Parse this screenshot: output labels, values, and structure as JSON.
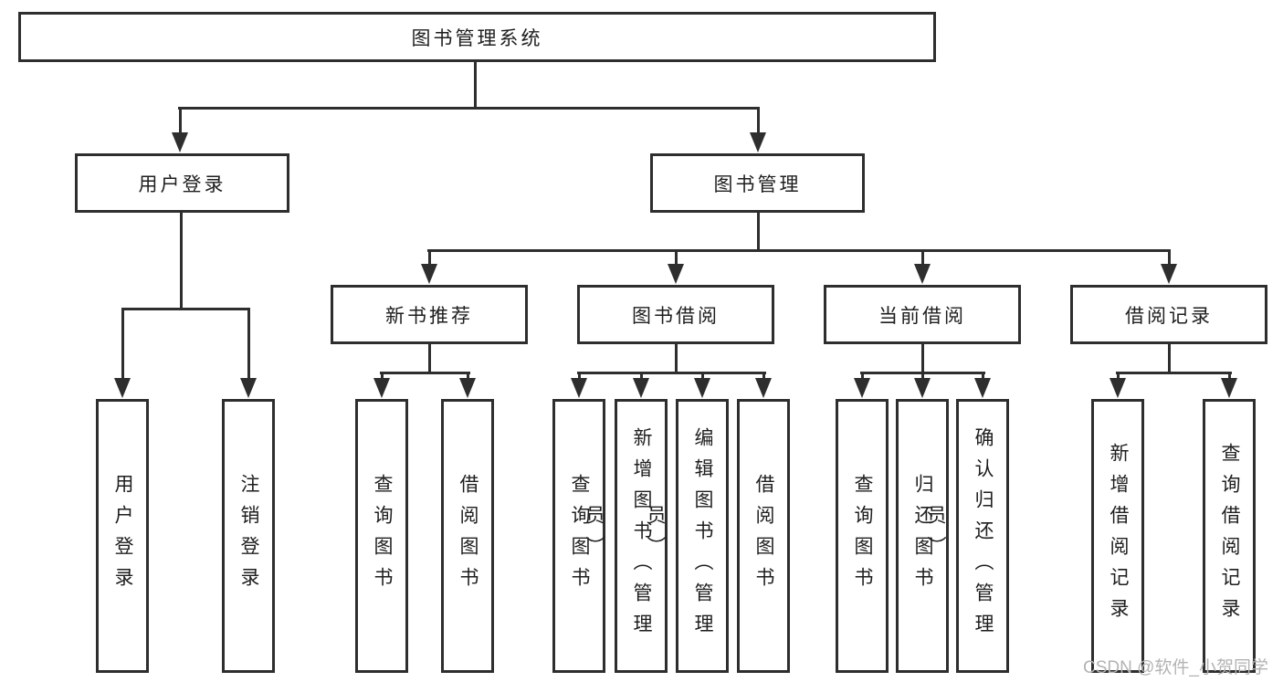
{
  "diagram": {
    "root": "图书管理系统",
    "level2": [
      "用户登录",
      "图书管理"
    ],
    "level3": [
      "新书推荐",
      "图书借阅",
      "当前借阅",
      "借阅记录"
    ],
    "leaves": [
      "用户登录",
      "注销登录",
      "查询图书",
      "借阅图书",
      "查询图书",
      "新增图书（管理员）",
      "编辑图书（管理员）",
      "借阅图书",
      "查询图书",
      "归还图书",
      "确认归还（管理员）",
      "新增借阅记录",
      "查询借阅记录"
    ]
  },
  "watermark": "CSDN @软件_小贺同学",
  "colors": {
    "line": "#2e2e2e",
    "text": "#1e1e1e",
    "watermark": "#b3b3b3",
    "background": "#ffffff"
  }
}
